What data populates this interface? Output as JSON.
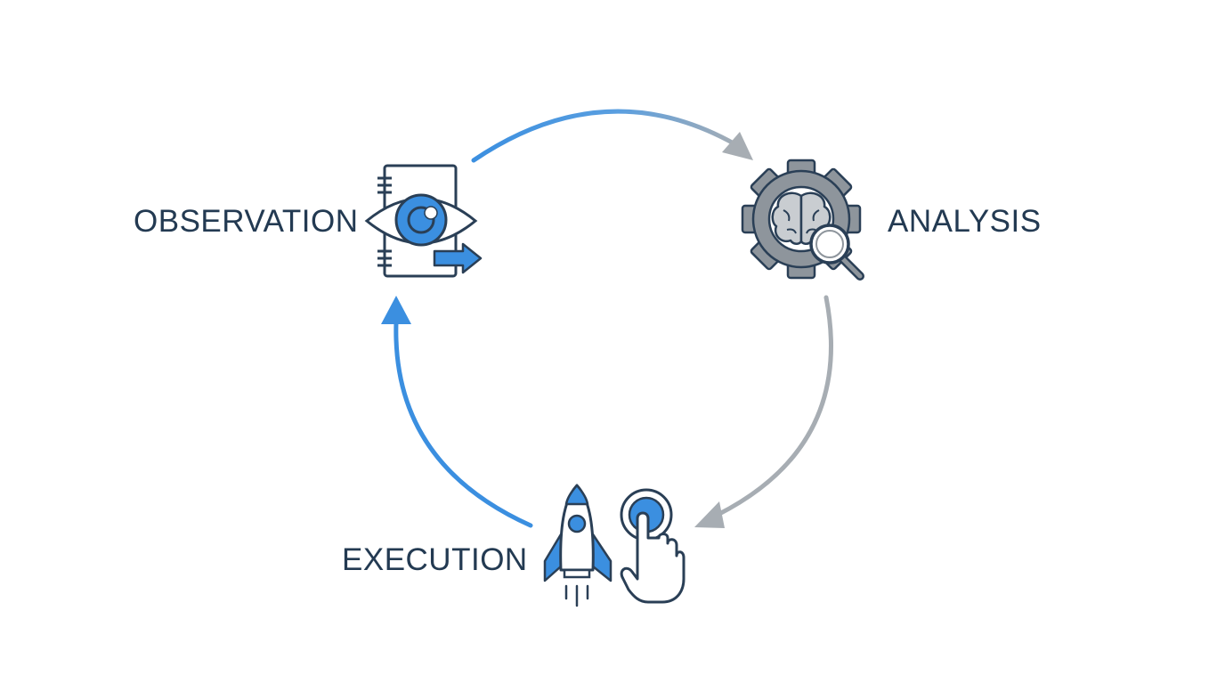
{
  "colors": {
    "text": "#233a52",
    "accent_blue": "#3b8fe0",
    "arrow_gray": "#a7adb3",
    "gear_gray": "#8e959c",
    "stroke_dark": "#2a3f56",
    "background": "#ffffff"
  },
  "stages": [
    {
      "id": "observation",
      "label": "OBSERVATION",
      "icon": "eye-notebook-icon"
    },
    {
      "id": "analysis",
      "label": "ANALYSIS",
      "icon": "gear-brain-magnifier-icon"
    },
    {
      "id": "execution",
      "label": "EXECUTION",
      "icon": "rocket-and-press-button-icon"
    }
  ],
  "flow": [
    {
      "from": "observation",
      "to": "analysis",
      "style": "blue-to-gray"
    },
    {
      "from": "analysis",
      "to": "execution",
      "style": "gray"
    },
    {
      "from": "execution",
      "to": "observation",
      "style": "blue"
    }
  ]
}
